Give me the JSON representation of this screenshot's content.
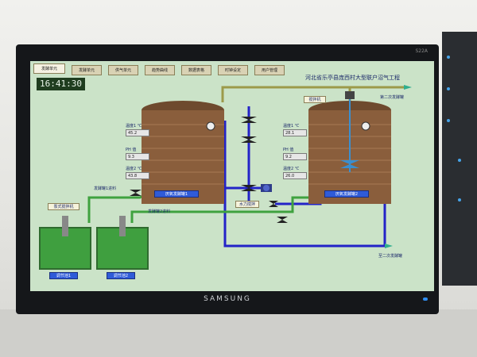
{
  "monitor": {
    "brand": "SAMSUNG",
    "model": "S22A"
  },
  "header": {
    "corner_btn": "发酵单元",
    "nav": [
      "发酵单元",
      "供气单元",
      "趋势曲线",
      "数据表格",
      "时钟设定",
      "用户管理"
    ],
    "clock": "16:41:30",
    "title": "河北省乐亭县庞西村大型联户沼气工程"
  },
  "tank1": {
    "name": "厌氧发酵罐1",
    "temp1_label": "温度1 ℃",
    "temp1": "45.2",
    "ph_label": "PH 值",
    "ph": "9.3",
    "temp2_label": "温度2 ℃",
    "temp2": "43.8"
  },
  "tank2": {
    "name": "厌氧发酵罐2",
    "temp1_label": "温度1 ℃",
    "temp1": "28.1",
    "ph_label": "PH 值",
    "ph": "9.2",
    "temp2_label": "温度2 ℃",
    "temp2": "26.0",
    "mixer": "搅拌机"
  },
  "labels": {
    "feed1": "发酵罐1进料",
    "feed2": "发酵罐2进料",
    "pump_mixer": "泵式搅拌机",
    "hydraulic_mix": "水力搅拌",
    "second_tank_top": "第二次发酵罐",
    "second_tank_bottom": "至二次发酵罐",
    "pool1": "调节池1",
    "pool2": "调节池2"
  },
  "colors": {
    "tank_brown": "#8a5e3c",
    "pipe_blue": "#2323c8",
    "pipe_green": "#3fa23f",
    "pipe_olive": "#9c9a4a",
    "pool_green": "#3f9f3f"
  }
}
